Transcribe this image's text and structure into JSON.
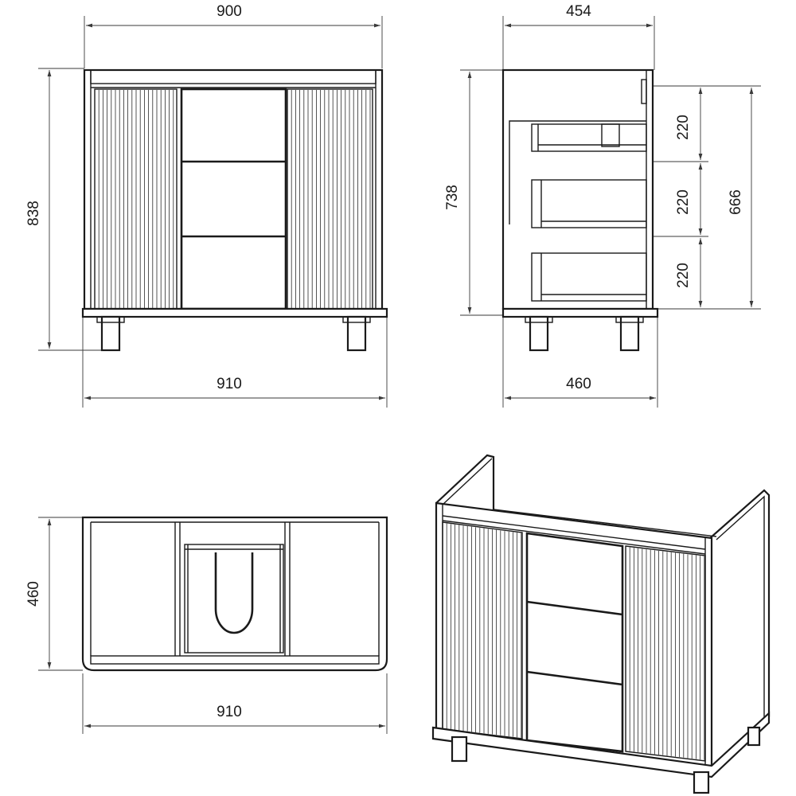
{
  "front_view": {
    "width_top": "900",
    "height_total": "838",
    "width_base": "910"
  },
  "side_view": {
    "depth_top": "454",
    "height_body": "738",
    "drawer_heights": [
      "220",
      "220",
      "220"
    ],
    "drawers_total": "666",
    "depth_base": "460"
  },
  "top_view": {
    "depth": "460",
    "width": "910"
  },
  "colors": {
    "line": "#1a1a1a",
    "background": "#ffffff"
  }
}
